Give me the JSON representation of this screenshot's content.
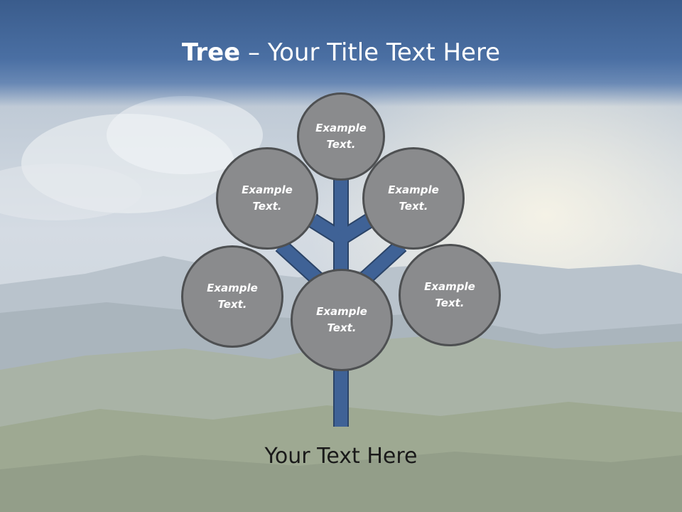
{
  "slide": {
    "title_bold": "Tree",
    "title_rest": " – Your Title Text Here",
    "footer": "Your Text Here"
  },
  "nodes": [
    {
      "label": "Example\nText."
    },
    {
      "label": "Example\nText."
    },
    {
      "label": "Example\nText."
    },
    {
      "label": "Example\nText."
    },
    {
      "label": "Example\nText."
    },
    {
      "label": "Example\nText."
    }
  ],
  "colors": {
    "title_bar": "#3a5c8c",
    "branch": "#3f6296",
    "branch_outline": "#2b4468",
    "node_fill": "#8a8b8d",
    "node_border": "#4e5052"
  }
}
